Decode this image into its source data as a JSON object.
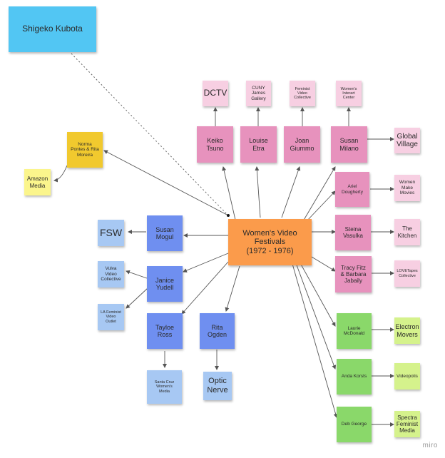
{
  "colors": {
    "cyan": "#52c6f3",
    "orange": "#fb9b4b",
    "pink_dark": "#e792bd",
    "pink_light": "#f7cfe2",
    "yellow_dark": "#f1c92e",
    "yellow_light": "#fbf58c",
    "blue_dark": "#6f8ff0",
    "blue_light": "#a7c8f3",
    "green_dark": "#8ad86a",
    "green_light": "#d5f28c"
  },
  "notes": {
    "shigeko": "Shigeko Kubota",
    "center": "Women's Video\nFestivals\n(1972 - 1976)",
    "dctv": "DCTV",
    "cuny": "CUNY\nJames\nGallery",
    "feminist_collective": "Feminist\nVideo\nCollective",
    "womens_interart": "Women's\nInterart\nCenter",
    "keiko": "Keiko\nTsuno",
    "louise": "Louise\nEtra",
    "joan": "Joan\nGiummo",
    "susan_milano": "Susan\nMilano",
    "global_village": "Global\nVillage",
    "norma": "Norma\nPontes & Rita\nMoreira",
    "amazon": "Amazon\nMedia",
    "ariel": "Ariel\nDougherty",
    "women_make_movies": "Women\nMake\nMovies",
    "fsw": "FSW",
    "susan_mogul": "Susan\nMogul",
    "steina": "Steina\nVasulka",
    "kitchen": "The\nKitchen",
    "vulva": "Vulva\nVideo\nCollective",
    "janice": "Janice\nYudell",
    "tracy": "Tracy Fitz\n& Barbara\nJabaily",
    "lovetapes": "LOVETapes\nCollective",
    "la_feminist": "LA Feminist\nVideo\nOutlet",
    "tayloe": "Tayloe\nRoss",
    "rita": "Rita\nOgden",
    "laurie": "Laurie\nMcDonald",
    "electron": "Electron\nMovers",
    "anda": "Anda Korsts",
    "videopolis": "Videopolis",
    "santa_cruz": "Santa Cruz\nWomen's\nMedia",
    "optic": "Optic\nNerve",
    "deb": "Deb George",
    "spectra": "Spectra\nFeminist\nMedia"
  },
  "watermark": "miro"
}
